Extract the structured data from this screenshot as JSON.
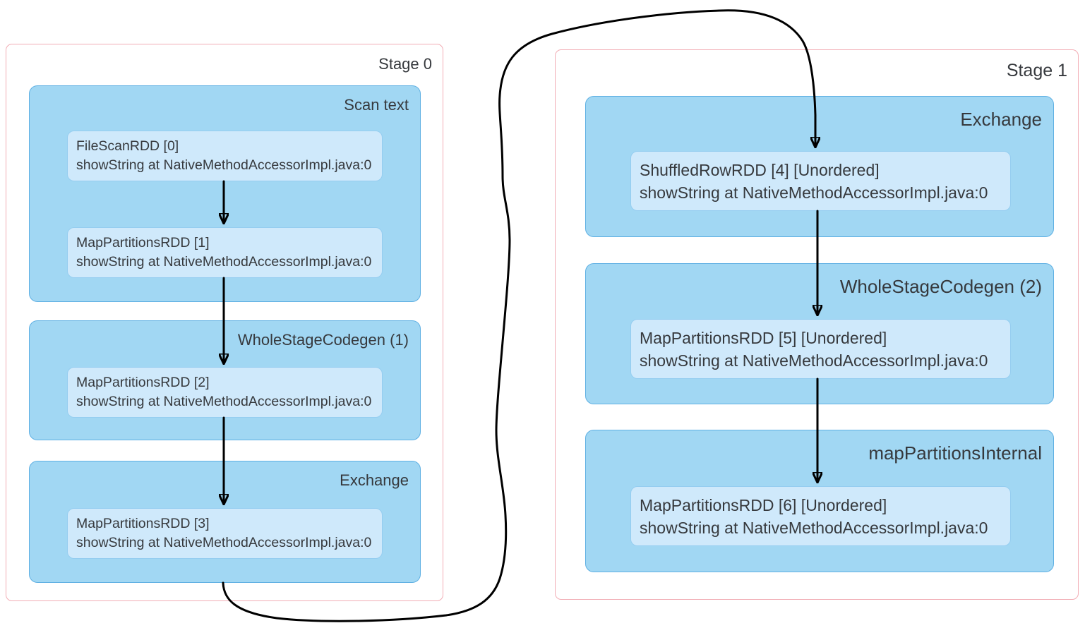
{
  "colors": {
    "stage_border": "#f2adb5",
    "cluster_fill": "#a1d7f3",
    "cluster_border": "#5fb0e3",
    "node_fill": "#cfe9fb",
    "node_border": "#95cdf0",
    "text": "#36393d",
    "edge": "#000000"
  },
  "stages": [
    {
      "label": "Stage 0",
      "clusters": [
        {
          "label": "Scan text",
          "nodes": [
            {
              "name": "FileScanRDD [0]",
              "callsite": "showString at NativeMethodAccessorImpl.java:0"
            },
            {
              "name": "MapPartitionsRDD [1]",
              "callsite": "showString at NativeMethodAccessorImpl.java:0"
            }
          ]
        },
        {
          "label": "WholeStageCodegen (1)",
          "nodes": [
            {
              "name": "MapPartitionsRDD [2]",
              "callsite": "showString at NativeMethodAccessorImpl.java:0"
            }
          ]
        },
        {
          "label": "Exchange",
          "nodes": [
            {
              "name": "MapPartitionsRDD [3]",
              "callsite": "showString at NativeMethodAccessorImpl.java:0"
            }
          ]
        }
      ]
    },
    {
      "label": "Stage 1",
      "clusters": [
        {
          "label": "Exchange",
          "nodes": [
            {
              "name": "ShuffledRowRDD [4] [Unordered]",
              "callsite": "showString at NativeMethodAccessorImpl.java:0"
            }
          ]
        },
        {
          "label": "WholeStageCodegen (2)",
          "nodes": [
            {
              "name": "MapPartitionsRDD [5] [Unordered]",
              "callsite": "showString at NativeMethodAccessorImpl.java:0"
            }
          ]
        },
        {
          "label": "mapPartitionsInternal",
          "nodes": [
            {
              "name": "MapPartitionsRDD [6] [Unordered]",
              "callsite": "showString at NativeMethodAccessorImpl.java:0"
            }
          ]
        }
      ]
    }
  ],
  "edges": [
    {
      "from": "FileScanRDD [0]",
      "to": "MapPartitionsRDD [1]"
    },
    {
      "from": "MapPartitionsRDD [1]",
      "to": "MapPartitionsRDD [2]"
    },
    {
      "from": "MapPartitionsRDD [2]",
      "to": "MapPartitionsRDD [3]"
    },
    {
      "from": "MapPartitionsRDD [3]",
      "to": "ShuffledRowRDD [4]"
    },
    {
      "from": "ShuffledRowRDD [4]",
      "to": "MapPartitionsRDD [5]"
    },
    {
      "from": "MapPartitionsRDD [5]",
      "to": "MapPartitionsRDD [6]"
    }
  ]
}
